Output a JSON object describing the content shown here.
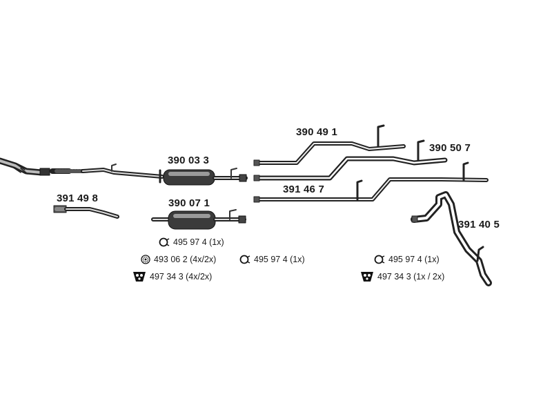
{
  "part_numbers": {
    "p1": "390 49 1",
    "p2": "390 50 7",
    "p3": "390 03 3",
    "p4": "391 46 7",
    "p5": "391 49 8",
    "p6": "390 07 1",
    "p7": "391 40 5"
  },
  "accessories": {
    "a1": "495 97 4 (1x)",
    "a2": "493 06 2 (4x/2x)",
    "a3": "495 97 4  (1x)",
    "a4": "497 34 3 (4x/2x)",
    "a5": "495 97 4  (1x)",
    "a6": "497 34 3  (1x / 2x)"
  },
  "icons": {
    "ring": "ring-clamp-icon",
    "gasket": "gasket-icon",
    "hanger": "rubber-hanger-icon"
  }
}
